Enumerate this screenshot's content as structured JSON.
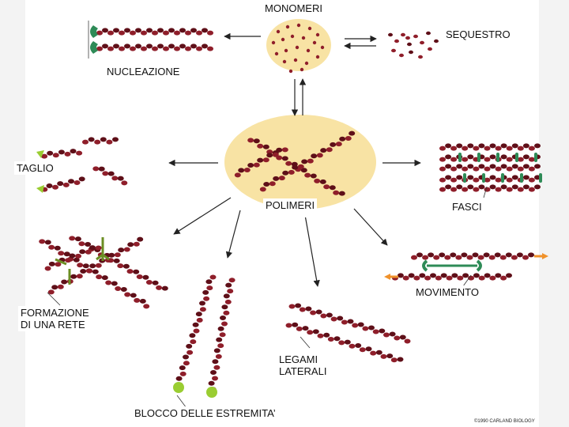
{
  "diagram": {
    "labels": {
      "monomeri": "MONOMERI",
      "sequestro": "SEQUESTRO",
      "nucleazione": "NUCLEAZIONE",
      "taglio": "TAGLIO",
      "polimeri": "POLIMERI",
      "fasci": "FASCI",
      "movimento": "MOVIMENTO",
      "formazione_rete": "FORMAZIONE\nDI UNA RETE",
      "legami_laterali": "LEGAMI\nLATERALI",
      "blocco_estremita": "BLOCCO DELLE ESTREMITA’"
    },
    "credit": "©1990 CARLAND BIOLOGY"
  },
  "colors": {
    "filament": "#8f1e2a",
    "filament_dark": "#5e0f18",
    "disc": "#f8e3a4",
    "binding_green": "#2e8b57",
    "cap_green": "#9acd32",
    "arrow": "#222222",
    "motor_orange": "#f0922b"
  }
}
